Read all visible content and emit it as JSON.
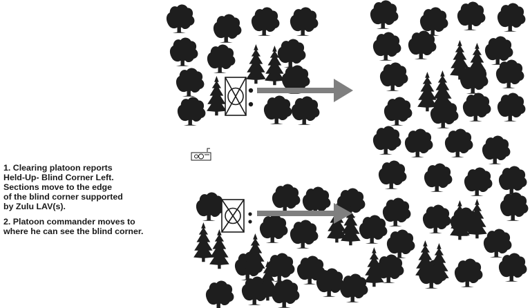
{
  "notes": [
    "1.  Clearing platoon reports\nHeld-Up- Blind Corner Left.\nSections move to the edge\nof the blind corner supported\nby Zulu LAV(s).",
    "2.  Platoon commander moves to\nwhere he can see the blind corner."
  ],
  "icons": {
    "tree": "deciduous-tree-icon",
    "conifer": "conifer-cluster-icon",
    "section": "infantry-section-symbol",
    "vehicle": "lav-vehicle-icon",
    "arrow": "movement-arrow"
  },
  "colors": {
    "tree": "#1e1e1e",
    "arrow": "#7f7f7f",
    "symbol": "#1a1a1a"
  }
}
